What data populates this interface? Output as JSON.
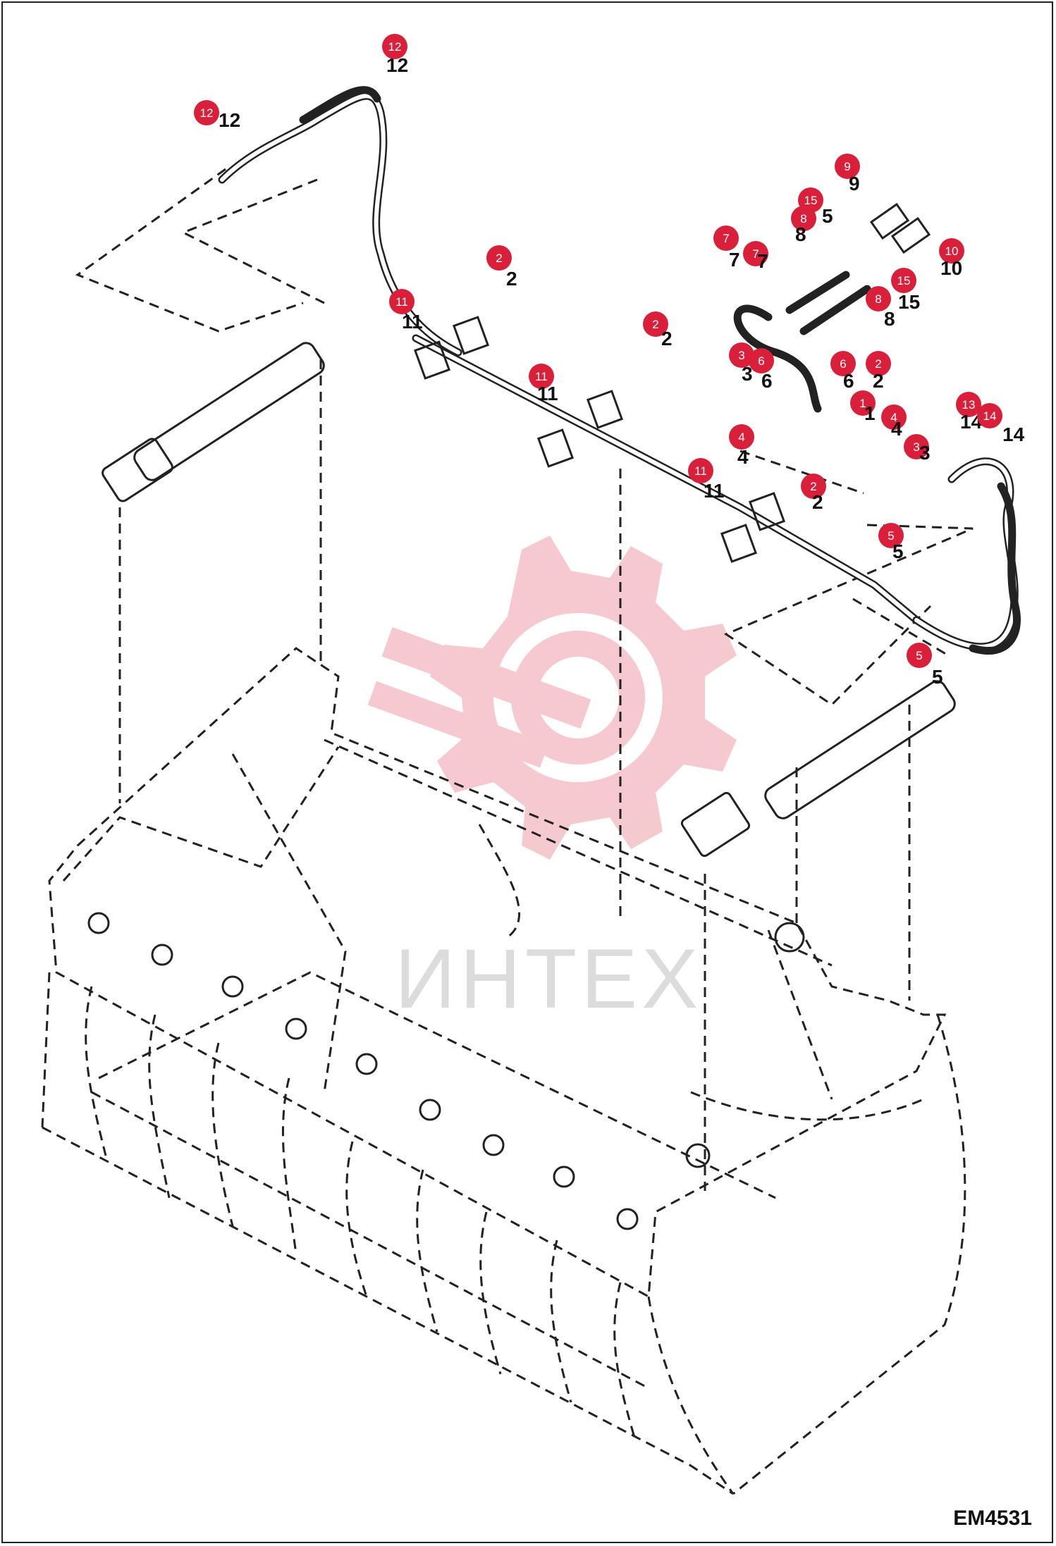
{
  "figure_code": "EM4531",
  "watermark": "ИНТЕХ",
  "watermark_icon": "gear-wrench-logo",
  "callout_color": "#d91f3a",
  "callouts": [
    {
      "n": "12",
      "label": "12"
    },
    {
      "n": "12",
      "label": "12"
    },
    {
      "n": "2",
      "label": "2"
    },
    {
      "n": "2",
      "label": "2"
    },
    {
      "n": "11",
      "label": "11"
    },
    {
      "n": "11",
      "label": "11"
    },
    {
      "n": "11",
      "label": "11"
    },
    {
      "n": "2",
      "label": "2"
    },
    {
      "n": "9",
      "label": "9"
    },
    {
      "n": "15",
      "label": "5"
    },
    {
      "n": "8",
      "label": "8"
    },
    {
      "n": "10",
      "label": "10"
    },
    {
      "n": "15",
      "label": "15"
    },
    {
      "n": "8",
      "label": "8"
    },
    {
      "n": "7",
      "label": "7"
    },
    {
      "n": "7",
      "label": "7"
    },
    {
      "n": "3",
      "label": "3"
    },
    {
      "n": "6",
      "label": "6"
    },
    {
      "n": "6",
      "label": "6"
    },
    {
      "n": "2",
      "label": "2"
    },
    {
      "n": "1",
      "label": "1"
    },
    {
      "n": "4",
      "label": "4"
    },
    {
      "n": "3",
      "label": "3"
    },
    {
      "n": "4",
      "label": "4"
    },
    {
      "n": "13",
      "label": "14"
    },
    {
      "n": "14",
      "label": "14"
    },
    {
      "n": "5",
      "label": "5"
    },
    {
      "n": "5",
      "label": "5"
    }
  ]
}
